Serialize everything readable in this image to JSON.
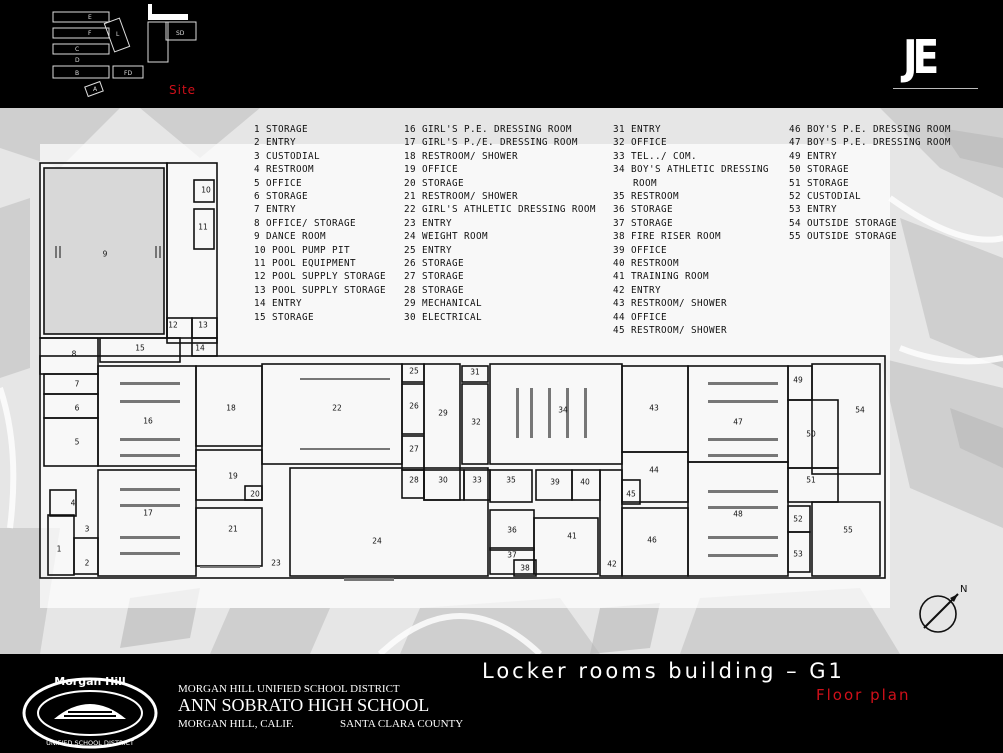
{
  "header": {
    "site_label": "Site",
    "firm_logo": "JE",
    "site_plan_labels": [
      "E",
      "F",
      "C",
      "D",
      "B",
      "A",
      "L",
      "SD",
      "FD"
    ]
  },
  "legend": {
    "col1": [
      "1 STORAGE",
      "2 ENTRY",
      "3 CUSTODIAL",
      "4 RESTROOM",
      "5 OFFICE",
      "6 STORAGE",
      "7 ENTRY",
      "8 OFFICE/ STORAGE",
      "9 DANCE ROOM",
      "10 POOL PUMP PIT",
      "11 POOL EQUIPMENT",
      "12 POOL SUPPLY STORAGE",
      "13 POOL SUPPLY STORAGE",
      "14 ENTRY",
      "15 STORAGE"
    ],
    "col2": [
      "16 GIRL'S P.E. DRESSING ROOM",
      "17 GIRL'S P./E. DRESSING ROOM",
      "18 RESTROOM/ SHOWER",
      "19 OFFICE",
      "20 STORAGE",
      "21 RESTROOM/ SHOWER",
      "22 GIRL'S ATHLETIC DRESSING ROOM",
      "23 ENTRY",
      "24 WEIGHT ROOM",
      "25 ENTRY",
      "26 STORAGE",
      "27 STORAGE",
      "28 STORAGE",
      "29 MECHANICAL",
      "30 ELECTRICAL"
    ],
    "col3": [
      "31 ENTRY",
      "32 OFFICE",
      "33 TEL../ COM.",
      "34 BOY'S ATHLETIC DRESSING",
      "ROOM",
      "35 RESTROOM",
      "36 STORAGE",
      "37 STORAGE",
      "38 FIRE RISER ROOM",
      "39 OFFICE",
      "40 RESTROOM",
      "41 TRAINING ROOM",
      "42 ENTRY",
      "43 RESTROOM/ SHOWER",
      "44 OFFICE",
      "45 RESTROOM/ SHOWER"
    ],
    "col4": [
      "46 BOY'S P.E. DRESSING ROOM",
      "47 BOY'S P.E. DRESSING ROOM",
      "49 ENTRY",
      "50 STORAGE",
      "51 STORAGE",
      "52 CUSTODIAL",
      "53 ENTRY",
      "54 OUTSIDE STORAGE",
      "55 OUTSIDE STORAGE"
    ]
  },
  "rooms": [
    {
      "n": "1"
    },
    {
      "n": "2"
    },
    {
      "n": "3"
    },
    {
      "n": "4"
    },
    {
      "n": "5"
    },
    {
      "n": "6"
    },
    {
      "n": "7"
    },
    {
      "n": "8"
    },
    {
      "n": "9"
    },
    {
      "n": "10"
    },
    {
      "n": "11"
    },
    {
      "n": "12"
    },
    {
      "n": "13"
    },
    {
      "n": "14"
    },
    {
      "n": "15"
    },
    {
      "n": "16"
    },
    {
      "n": "17"
    },
    {
      "n": "18"
    },
    {
      "n": "19"
    },
    {
      "n": "20"
    },
    {
      "n": "21"
    },
    {
      "n": "22"
    },
    {
      "n": "23"
    },
    {
      "n": "24"
    },
    {
      "n": "25"
    },
    {
      "n": "26"
    },
    {
      "n": "27"
    },
    {
      "n": "28"
    },
    {
      "n": "29"
    },
    {
      "n": "30"
    },
    {
      "n": "31"
    },
    {
      "n": "32"
    },
    {
      "n": "33"
    },
    {
      "n": "34"
    },
    {
      "n": "35"
    },
    {
      "n": "36"
    },
    {
      "n": "37"
    },
    {
      "n": "38"
    },
    {
      "n": "39"
    },
    {
      "n": "40"
    },
    {
      "n": "41"
    },
    {
      "n": "42"
    },
    {
      "n": "43"
    },
    {
      "n": "44"
    },
    {
      "n": "45"
    },
    {
      "n": "46"
    },
    {
      "n": "47"
    },
    {
      "n": "48"
    },
    {
      "n": "49"
    },
    {
      "n": "50"
    },
    {
      "n": "51"
    },
    {
      "n": "52"
    },
    {
      "n": "53"
    },
    {
      "n": "54"
    },
    {
      "n": "55"
    }
  ],
  "north_arrow_label": "N",
  "footer": {
    "title": "Locker rooms building – G1",
    "subtitle": "Floor plan",
    "district": "MORGAN HILL UNIFIED SCHOOL DISTRICT",
    "school": "ANN SOBRATO HIGH SCHOOL",
    "city": "MORGAN HILL, CALIF.",
    "county": "SANTA CLARA COUNTY",
    "seal_top": "Morgan Hill",
    "seal_bottom": "UNIFIED SCHOOL DISTRICT"
  },
  "colors": {
    "accent_red": "#d0101a",
    "background": "#000000",
    "plan_bg": "#eaeaea"
  }
}
